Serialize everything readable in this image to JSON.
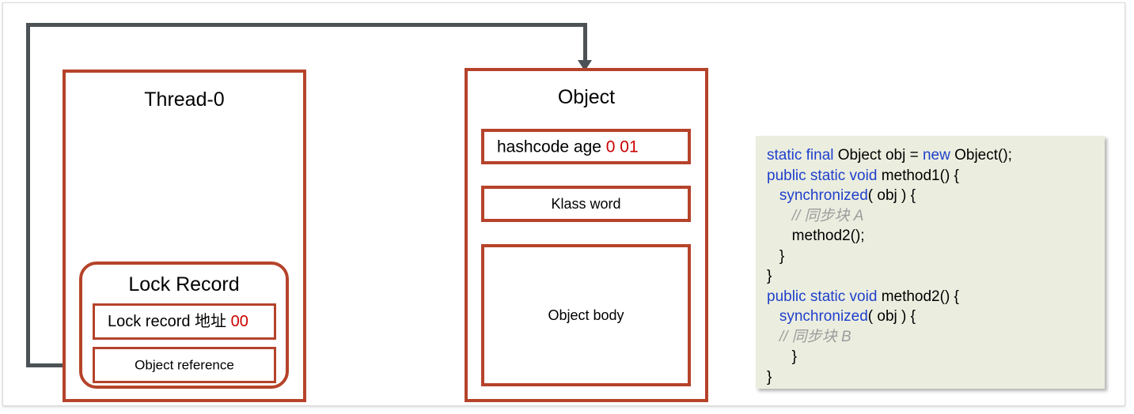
{
  "diagram": {
    "title": "JVM synchronized lock record diagram",
    "accent_color": "#B5432A",
    "connector_color": "#4C5256",
    "value_color": "#CC0000",
    "code_bg_color": "#EBEEDF",
    "keyword_color": "#1F3FCC",
    "comment_color": "#9C9C9C"
  },
  "thread_box": {
    "title": "Thread-0",
    "lock_record": {
      "title": "Lock Record",
      "rows": [
        {
          "label": "Lock record 地址 ",
          "value": "00"
        },
        {
          "label": "Object reference",
          "value": ""
        }
      ]
    }
  },
  "object_box": {
    "title": "Object",
    "rows": [
      {
        "label": "hashcode age ",
        "value": "0 01"
      },
      {
        "label": "Klass word",
        "value": ""
      },
      {
        "label": "Object body",
        "value": ""
      }
    ]
  },
  "code": {
    "lines": [
      [
        {
          "t": "static final ",
          "c": "kw"
        },
        {
          "t": "Object obj = ",
          "c": ""
        },
        {
          "t": "new ",
          "c": "kw"
        },
        {
          "t": "Object();",
          "c": ""
        }
      ],
      [
        {
          "t": "public static void ",
          "c": "kw"
        },
        {
          "t": "method1() {",
          "c": ""
        }
      ],
      [
        {
          "t": "   ",
          "c": ""
        },
        {
          "t": "synchronized",
          "c": "kw"
        },
        {
          "t": "( obj ) {",
          "c": ""
        }
      ],
      [
        {
          "t": "      ",
          "c": ""
        },
        {
          "t": "// 同步块 A",
          "c": "cmt"
        }
      ],
      [
        {
          "t": "      method2();",
          "c": ""
        }
      ],
      [
        {
          "t": "   }",
          "c": ""
        }
      ],
      [
        {
          "t": "}",
          "c": ""
        }
      ],
      [
        {
          "t": "public static void ",
          "c": "kw"
        },
        {
          "t": "method2() {",
          "c": ""
        }
      ],
      [
        {
          "t": "   ",
          "c": ""
        },
        {
          "t": "synchronized",
          "c": "kw"
        },
        {
          "t": "( obj ) {",
          "c": ""
        }
      ],
      [
        {
          "t": "   ",
          "c": ""
        },
        {
          "t": "// 同步块 B",
          "c": "cmt"
        }
      ],
      [
        {
          "t": "      }",
          "c": ""
        }
      ],
      [
        {
          "t": "}",
          "c": ""
        }
      ]
    ]
  }
}
